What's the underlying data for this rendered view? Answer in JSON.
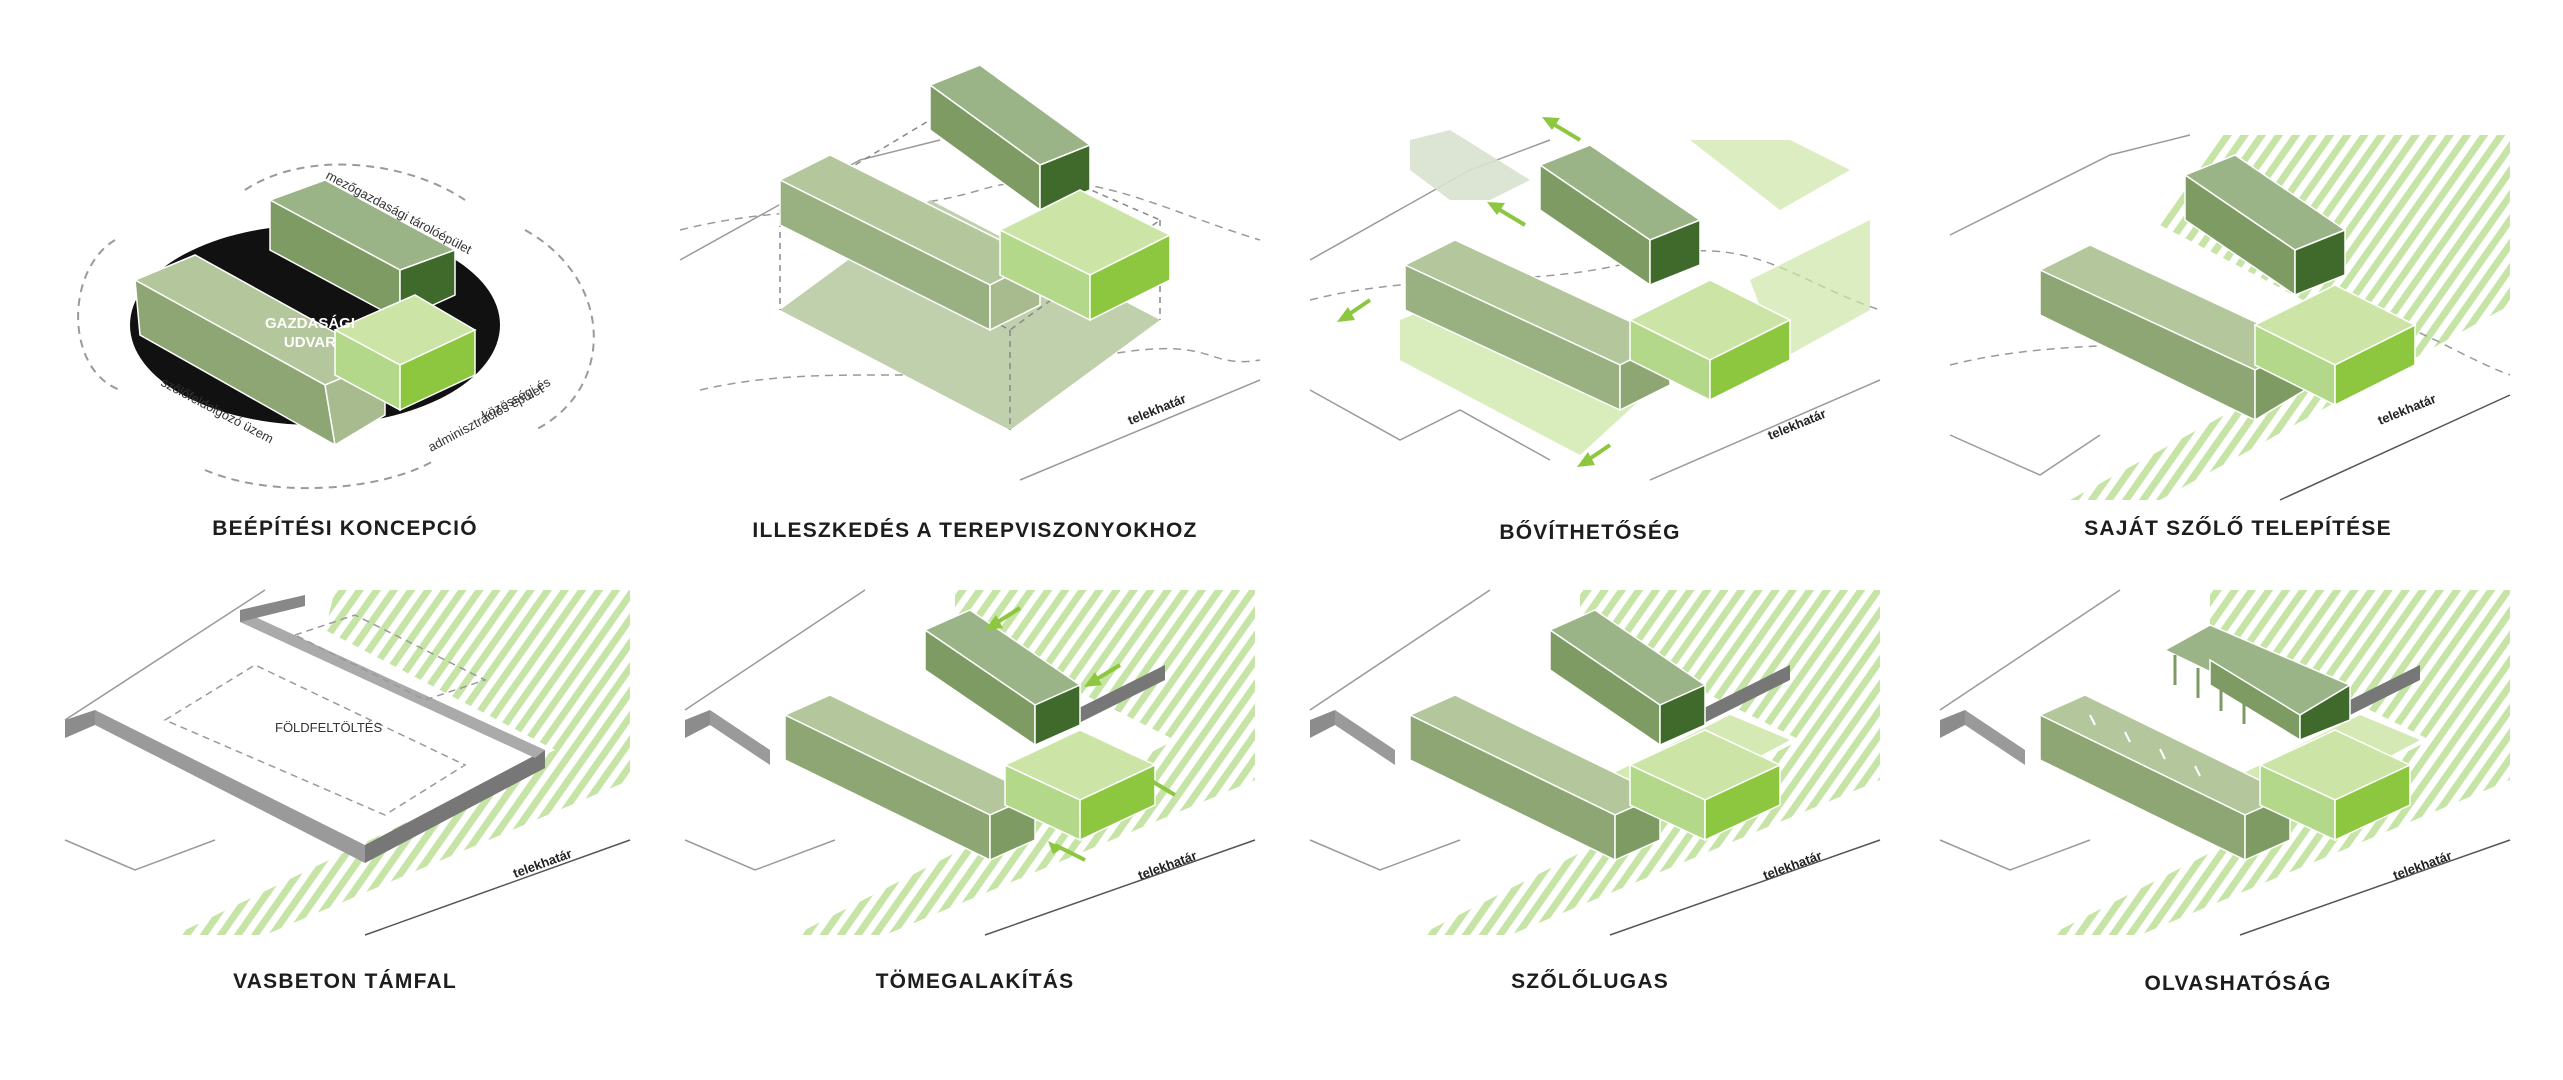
{
  "panels": [
    {
      "caption": "BEÉPÍTÉSI KONCEPCIÓ",
      "court_label_1": "GAZDASÁGI",
      "court_label_2": "UDVAR",
      "storage_label": "mezőgazdasági tárolóépület",
      "processing_label": "szőlőfeldolgozó üzem",
      "community_label_1": "közösségi és",
      "community_label_2": "adminisztrációs épület"
    },
    {
      "caption": "ILLESZKEDÉS A TEREPVISZONYOKHOZ",
      "boundary_label": "telekhatár"
    },
    {
      "caption": "BŐVÍTHETŐSÉG",
      "boundary_label": "telekhatár"
    },
    {
      "caption": "SAJÁT SZŐLŐ TELEPÍTÉSE",
      "boundary_label": "telekhatár"
    },
    {
      "caption": "VASBETON TÁMFAL",
      "fill_label": "FÖLDFELTÖLTÉS",
      "boundary_label": "telekhatár"
    },
    {
      "caption": "TÖMEGALAKÍTÁS",
      "boundary_label": "telekhatár"
    },
    {
      "caption": "SZŐLŐLUGAS",
      "boundary_label": "telekhatár"
    },
    {
      "caption": "OLVASHATÓSÁG",
      "boundary_label": "telekhatár"
    }
  ],
  "colors": {
    "building_light": "#b4c79c",
    "building_dark": "#7d9b63",
    "building_darkest": "#3f6a2c",
    "accent_green": "#8dc63f",
    "accent_green_light": "#cce5a6",
    "vineyard": "#a7d67b",
    "line_grey": "#9a9a9a",
    "wall_grey": "#8c8c8c",
    "court_black": "#111111"
  }
}
